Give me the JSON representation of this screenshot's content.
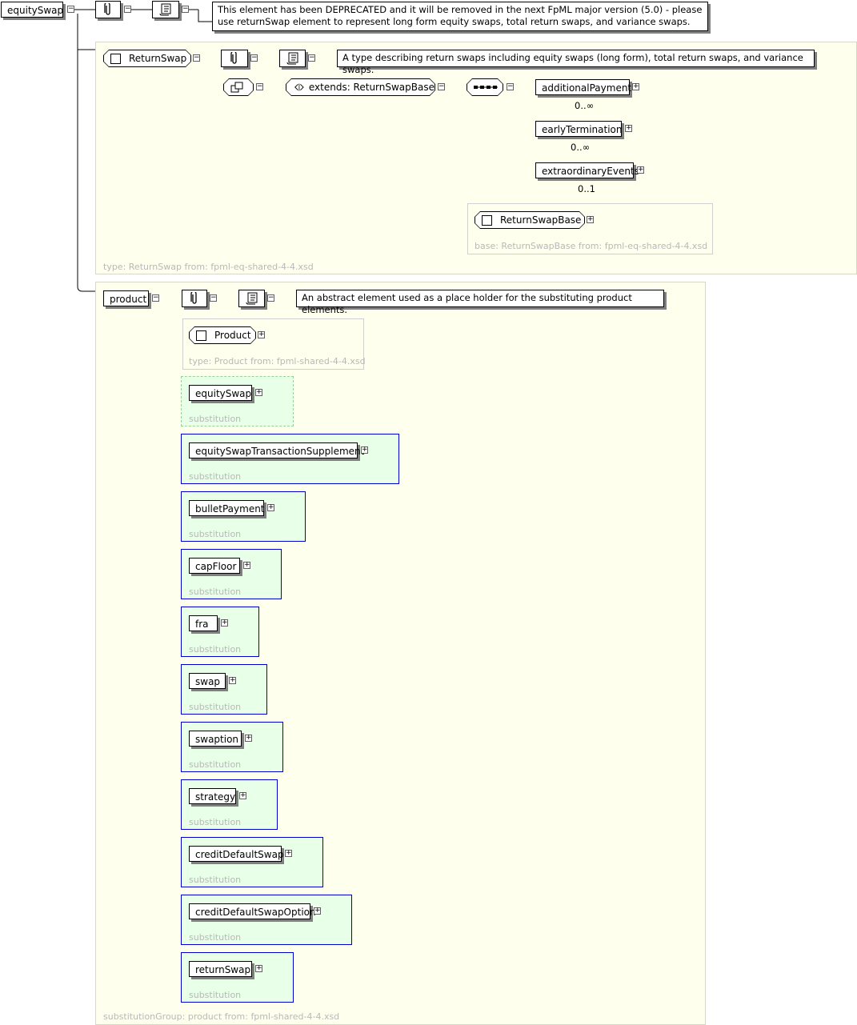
{
  "root": {
    "label": "equitySwap",
    "doc": "This element has been DEPRECATED and it will be removed in the next FpML major version (5.0) - please use returnSwap element to represent long form equity swaps, total return swaps, and variance swaps."
  },
  "type_panel": {
    "type_label": "type: ReturnSwap from: fpml-eq-shared-4-4.xsd",
    "type_name": "ReturnSwap",
    "doc": "A type describing return swaps including equity swaps (long form), total return swaps, and variance swaps.",
    "extends_label": "extends: ReturnSwapBase",
    "children": [
      {
        "label": "additionalPayment",
        "card": "0..∞"
      },
      {
        "label": "earlyTermination",
        "card": "0..∞"
      },
      {
        "label": "extraordinaryEvents",
        "card": "0..1"
      }
    ],
    "base_type_name": "ReturnSwapBase",
    "base_label": "base: ReturnSwapBase from: fpml-eq-shared-4-4.xsd"
  },
  "product_panel": {
    "label": "product",
    "doc": "An abstract element used as a place holder for the substituting product elements.",
    "type_name": "Product",
    "type_label": "type: Product from: fpml-shared-4-4.xsd",
    "substitution_label": "substitution",
    "substitutions": [
      {
        "label": "equitySwap"
      },
      {
        "label": "equitySwapTransactionSupplement"
      },
      {
        "label": "bulletPayment"
      },
      {
        "label": "capFloor"
      },
      {
        "label": "fra"
      },
      {
        "label": "swap"
      },
      {
        "label": "swaption"
      },
      {
        "label": "strategy"
      },
      {
        "label": "creditDefaultSwap"
      },
      {
        "label": "creditDefaultSwapOption"
      },
      {
        "label": "returnSwap"
      }
    ],
    "group_label": "substitutionGroup: product from: fpml-shared-4-4.xsd"
  },
  "icons": [
    "annotation-icon",
    "documentation-icon",
    "complex-type-icon",
    "extension-icon",
    "sequence-icon",
    "expand-icon",
    "collapse-icon"
  ],
  "colors": {
    "panel_bg": "#ffffee",
    "substitution_bg": "#e8ffe8",
    "substitution_border": "#0000cc",
    "muted_text": "#b8b8b8"
  }
}
